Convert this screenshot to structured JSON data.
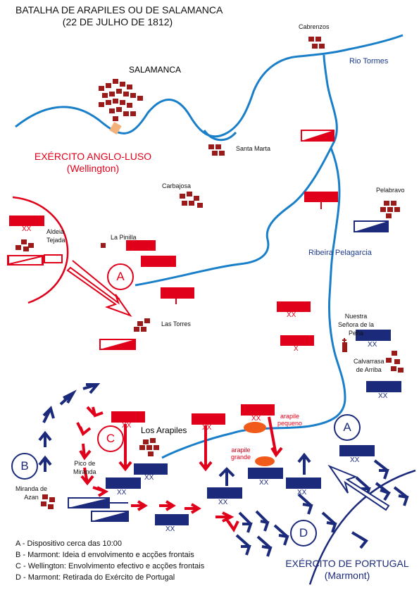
{
  "title": {
    "line1": "BATALHA DE ARAPILES OU DE SALAMANCA",
    "line2": "(22 DE JULHO DE 1812)"
  },
  "places": {
    "salamanca": "SALAMANCA",
    "cabrenzos": "Cabrenzos",
    "santa_marta": "Santa Marta",
    "carbajosa": "Carbajosa",
    "pelabravo": "Pelabravo",
    "aldeia_tejada": "Aldeia\nTejada",
    "la_pinilla": "La Pinilla",
    "las_torres": "Las Torres",
    "nuestra_senora": "Nuestra\nSeñora de la\nPeña",
    "calvarrasa": "Calvarrasa\nde Arriba",
    "los_arapiles": "Los Arapiles",
    "pico_miranda": "Pico de\nMiranda",
    "miranda_azan": "Miranda de\nAzan"
  },
  "rivers": {
    "tormes": "Rio Tormes",
    "pelagarcia": "Ribeira Pelagarcia"
  },
  "armies": {
    "allied_name": "EXÉRCITO ANGLO-LUSO",
    "allied_commander": "(Wellington)",
    "french_name": "EXÉRCITO DE PORTUGAL",
    "french_commander": "(Marmont)"
  },
  "hills": {
    "pequeno": "arapile\npequeno",
    "grande": "arapile\ngrande"
  },
  "markers": {
    "a": "A",
    "b": "B",
    "c": "C",
    "d": "D"
  },
  "unit_labels": {
    "division": "XX",
    "brigade": "X"
  },
  "legend": [
    "A - Dispositivo cerca das 10:00",
    "B - Marmont: Ideia d envolvimento e acções frontais",
    "C - Wellington: Envolvimento efectivo e acções frontais",
    "D - Marmont: Retirada do Exército de Portugal"
  ],
  "colors": {
    "allied": "#e0001a",
    "french": "#1b2a7a",
    "river": "#1a7fc9",
    "town": "#9b1b1b"
  }
}
